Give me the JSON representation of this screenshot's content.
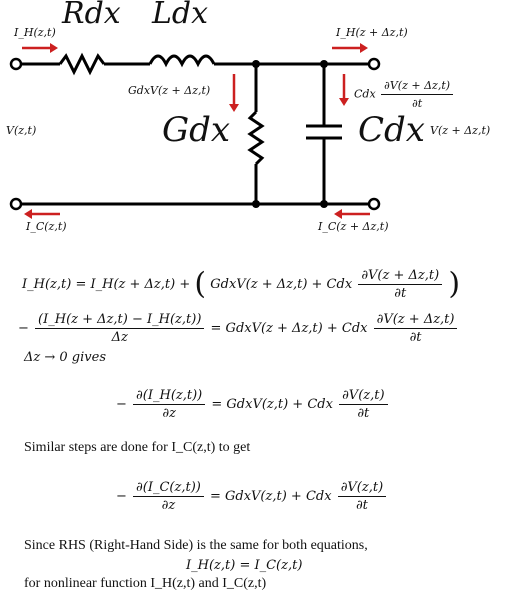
{
  "circuit": {
    "label_IH_left": "I_H(z,t)",
    "label_Rdx": "Rdx",
    "label_Ldx": "Ldx",
    "label_IH_right": "I_H(z + Δz,t)",
    "label_GdxV": "GdxV(z + Δz,t)",
    "label_Cdx_num": "∂V(z + Δz,t)",
    "label_Cdx_den": "∂t",
    "label_Cdx_prefix": "Cdx",
    "label_V_left": "V(z,t)",
    "label_Gdx": "Gdx",
    "label_Cdx_big": "Cdx",
    "label_V_right": "V(z + Δz,t)",
    "label_IC_left": "I_C(z,t)",
    "label_IC_right": "I_C(z + Δz,t)",
    "colors": {
      "wire": "#000000",
      "arrow": "#cc2020"
    }
  },
  "equations": {
    "eq1_lhs": "I_H(z,t) = I_H(z + Δz,t) +",
    "eq1_body": "GdxV(z + Δz,t) + Cdx",
    "eq1_num": "∂V(z + Δz,t)",
    "eq1_den": "∂t",
    "eq2_num": "(I_H(z + Δz,t) − I_H(z,t))",
    "eq2_den": "Δz",
    "eq2_rhs": "= GdxV(z + Δz,t) + Cdx",
    "eq2_rnum": "∂V(z + Δz,t)",
    "eq2_rden": "∂t",
    "gives": "Δz → 0 gives",
    "eq3_num": "∂(I_H(z,t))",
    "eq3_den": "∂z",
    "eq3_rhs": "= GdxV(z,t) + Cdx",
    "eq3_rnum": "∂V(z,t)",
    "eq3_rden": "∂t",
    "similar": "Similar steps are done for I_C(z,t) to get",
    "eq4_num": "∂(I_C(z,t))",
    "eq4_den": "∂z",
    "eq4_rhs": "= GdxV(z,t) + Cdx",
    "eq4_rnum": "∂V(z,t)",
    "eq4_rden": "∂t",
    "since": "Since RHS (Right-Hand Side) is the same for both equations,",
    "equal": "I_H(z,t) = I_C(z,t)",
    "nonlinear": "for nonlinear function I_H(z,t) and I_C(z,t)"
  }
}
